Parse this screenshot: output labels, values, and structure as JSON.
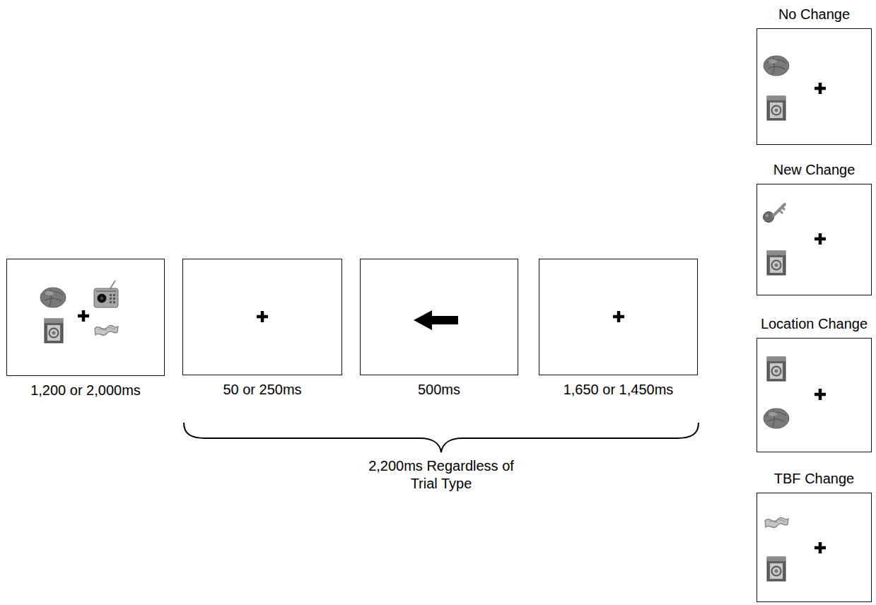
{
  "diagram": {
    "nodes": [
      {
        "text": [
          "1,200 or 2,000ms"
        ]
      },
      {
        "text": [
          "50 or 250ms"
        ]
      },
      {
        "text": [
          "500ms"
        ]
      },
      {
        "text": [
          "1,650 or 1,450ms"
        ]
      },
      {
        "text": [
          "No Change"
        ]
      },
      {
        "text": [
          "New Change"
        ]
      },
      {
        "text": [
          "Location Change"
        ]
      },
      {
        "text": [
          "TBF Change"
        ]
      }
    ],
    "labels": [
      "2,200ms Regardless of Trial Type"
    ]
  }
}
